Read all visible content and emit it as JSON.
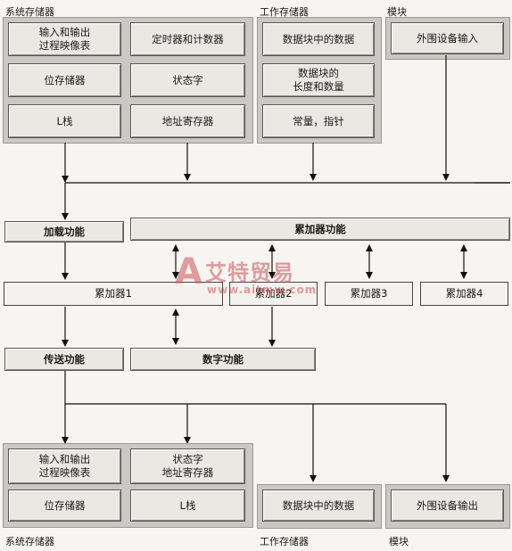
{
  "top_labels": {
    "system_memory": "系统存储器",
    "work_memory": "工作存储器",
    "module": "模块"
  },
  "top_system": {
    "io_image": "输入和输出\n过程映像表",
    "timer_counter": "定时器和计数器",
    "bit_memory": "位存储器",
    "status_word": "状态字",
    "l_stack": "L栈",
    "address_register": "地址寄存器"
  },
  "top_work": {
    "db_data": "数据块中的数据",
    "db_length": "数据块的\n长度和数量",
    "constant_pointer": "常量，指针"
  },
  "top_module": {
    "peripheral_input": "外围设备输入"
  },
  "functions": {
    "load": "加载功能",
    "accumulator_function": "累加器功能",
    "transfer": "传送功能",
    "digital": "数字功能"
  },
  "accumulators": {
    "acc1": "累加器1",
    "acc2": "累加器2",
    "acc3": "累加器3",
    "acc4": "累加器4"
  },
  "bottom_system": {
    "io_image": "输入和输出\n过程映像表",
    "status_address": "状态字\n地址寄存器",
    "bit_memory": "位存储器",
    "l_stack": "L栈"
  },
  "bottom_work": {
    "db_data": "数据块中的数据"
  },
  "bottom_module": {
    "peripheral_output": "外围设备输出"
  },
  "bottom_labels": {
    "system_memory": "系统存储器",
    "work_memory": "工作存储器",
    "module": "模块"
  },
  "watermark": {
    "logo": "A",
    "name": "艾特贸易",
    "url": "www.aitmw.com"
  }
}
